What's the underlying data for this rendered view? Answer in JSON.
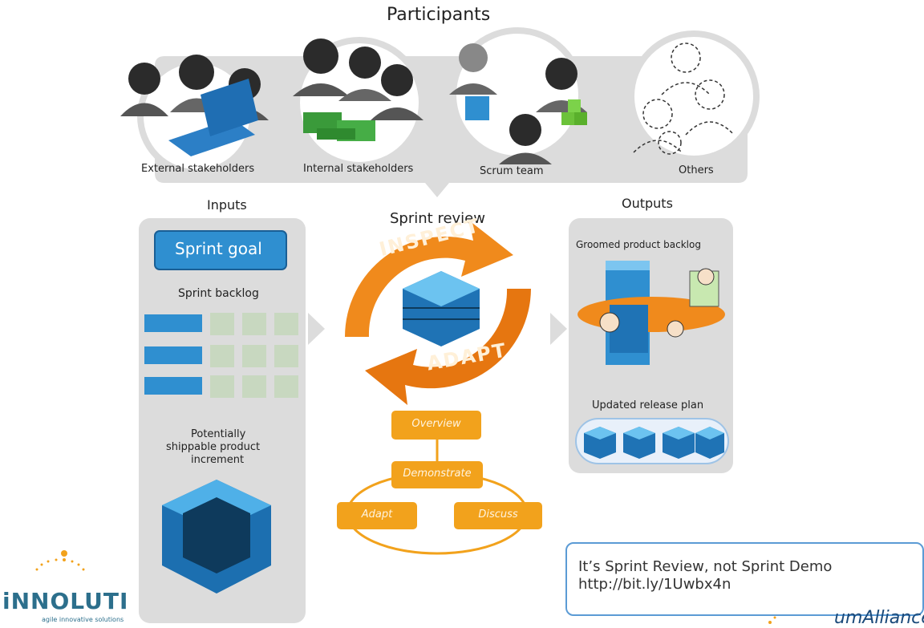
{
  "diagram": {
    "title": "Participants",
    "participants": [
      {
        "label": "External stakeholders",
        "icon": "people-laptop-icon"
      },
      {
        "label": "Internal stakeholders",
        "icon": "people-money-icon"
      },
      {
        "label": "Scrum team",
        "icon": "scrum-team-icon"
      },
      {
        "label": "Others",
        "icon": "dashed-people-icon"
      }
    ],
    "inputs": {
      "title": "Inputs",
      "sprint_goal": "Sprint goal",
      "sprint_backlog": "Sprint backlog",
      "increment": [
        "Potentially",
        "shippable product",
        "increment"
      ]
    },
    "center": {
      "title": "Sprint review",
      "inspect": "INSPECT",
      "adapt": "ADAPT",
      "steps": [
        "Overview",
        "Demonstrate",
        "Adapt",
        "Discuss"
      ]
    },
    "outputs": {
      "title": "Outputs",
      "groomed": "Groomed product backlog",
      "release_plan": "Updated release plan"
    }
  },
  "callout": {
    "line1": "It’s Sprint Review, not Sprint Demo",
    "line2": "http://bit.ly/1Uwbx4n"
  },
  "logos": {
    "left": "iNNOLUTI",
    "left_tagline": "agile innovative solutions",
    "right": "umAlliance"
  },
  "colors": {
    "panel": "#dcdcdc",
    "orange": "#f08a1c",
    "blue": "#2f8fd0",
    "step": "#f2a21c"
  }
}
